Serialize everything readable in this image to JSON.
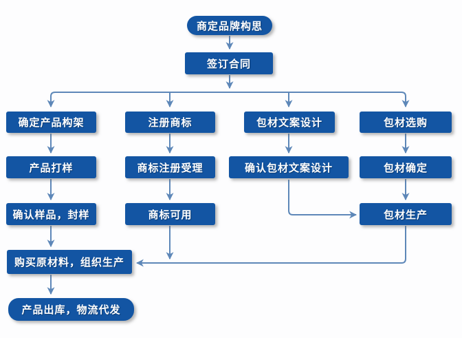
{
  "colors": {
    "node_fill": "#1355a3",
    "node_text": "#ffffff",
    "connector": "#5d87b8",
    "background": "#fdfdfe"
  },
  "flowchart": {
    "type": "process-flow",
    "nodes": [
      {
        "id": "brand-concept",
        "label": "商定品牌构思",
        "shape": "pill"
      },
      {
        "id": "sign-contract",
        "label": "签订合同",
        "shape": "rect"
      },
      {
        "id": "define-product-structure",
        "label": "确定产品构架",
        "shape": "rect"
      },
      {
        "id": "register-trademark",
        "label": "注册商标",
        "shape": "rect"
      },
      {
        "id": "packaging-copy-design",
        "label": "包材文案设计",
        "shape": "rect"
      },
      {
        "id": "packaging-sourcing",
        "label": "包材选购",
        "shape": "rect"
      },
      {
        "id": "product-sampling",
        "label": "产品打样",
        "shape": "rect"
      },
      {
        "id": "trademark-acceptance",
        "label": "商标注册受理",
        "shape": "rect"
      },
      {
        "id": "confirm-packaging-copy",
        "label": "确认包材文案设计",
        "shape": "rect"
      },
      {
        "id": "packaging-confirmed",
        "label": "包材确定",
        "shape": "rect"
      },
      {
        "id": "confirm-sample-seal",
        "label": "确认样品，封样",
        "shape": "rect"
      },
      {
        "id": "trademark-usable",
        "label": "商标可用",
        "shape": "rect"
      },
      {
        "id": "packaging-production",
        "label": "包材生产",
        "shape": "rect"
      },
      {
        "id": "buy-materials-production",
        "label": "购买原材料，组织生产",
        "shape": "rect"
      },
      {
        "id": "outbound-logistics",
        "label": "产品出库，物流代发",
        "shape": "pill"
      }
    ],
    "edges": [
      {
        "from": "brand-concept",
        "to": "sign-contract"
      },
      {
        "from": "sign-contract",
        "to": "define-product-structure"
      },
      {
        "from": "sign-contract",
        "to": "register-trademark"
      },
      {
        "from": "sign-contract",
        "to": "packaging-copy-design"
      },
      {
        "from": "sign-contract",
        "to": "packaging-sourcing"
      },
      {
        "from": "define-product-structure",
        "to": "product-sampling"
      },
      {
        "from": "register-trademark",
        "to": "trademark-acceptance"
      },
      {
        "from": "packaging-copy-design",
        "to": "confirm-packaging-copy"
      },
      {
        "from": "packaging-sourcing",
        "to": "packaging-confirmed"
      },
      {
        "from": "product-sampling",
        "to": "confirm-sample-seal"
      },
      {
        "from": "trademark-acceptance",
        "to": "trademark-usable"
      },
      {
        "from": "confirm-packaging-copy",
        "to": "packaging-production"
      },
      {
        "from": "packaging-confirmed",
        "to": "packaging-production"
      },
      {
        "from": "confirm-sample-seal",
        "to": "buy-materials-production"
      },
      {
        "from": "trademark-usable",
        "to": "buy-materials-production"
      },
      {
        "from": "packaging-production",
        "to": "buy-materials-production"
      },
      {
        "from": "buy-materials-production",
        "to": "outbound-logistics"
      }
    ]
  }
}
